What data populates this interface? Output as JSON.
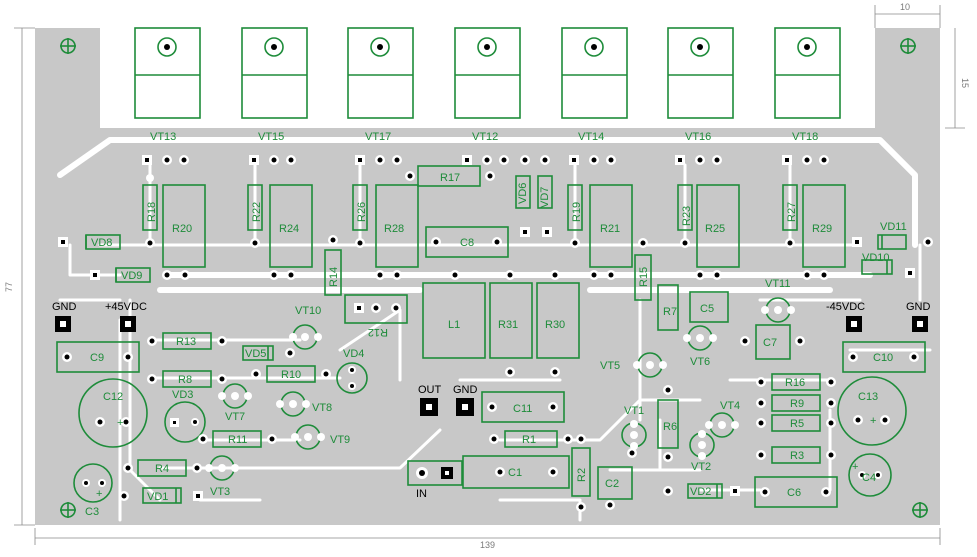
{
  "dimensions": {
    "width_label": "139",
    "height_label": "77",
    "tab_width_label": "10",
    "tab_height_label": "15"
  },
  "heatsink_transistors": [
    "VT13",
    "VT15",
    "VT17",
    "VT12",
    "VT14",
    "VT16",
    "VT18"
  ],
  "components": {
    "R20": "R20",
    "R24": "R24",
    "R28": "R28",
    "R21": "R21",
    "R25": "R25",
    "R29": "R29",
    "R18": "R18",
    "R22": "R22",
    "R26": "R26",
    "R19": "R19",
    "R23": "R23",
    "R27": "R27",
    "R17": "R17",
    "VD6": "VD6",
    "VD7": "VD7",
    "C8": "C8",
    "VD8": "VD8",
    "VD9": "VD9",
    "R14": "R14",
    "R15": "R15",
    "R12": "R12",
    "L1": "L1",
    "R31": "R31",
    "R30": "R30",
    "R7": "R7",
    "C5": "C5",
    "VT11": "VT11",
    "VD11": "VD11",
    "VD10": "VD10",
    "GND_L": "GND",
    "V45P": "+45VDC",
    "V45N": "-45VDC",
    "GND_R": "GND",
    "VT10": "VT10",
    "C9": "C9",
    "R13": "R13",
    "VD5": "VD5",
    "VD4": "VD4",
    "R8": "R8",
    "R10": "R10",
    "VT5": "VT5",
    "VT6": "VT6",
    "C7": "C7",
    "C10": "C10",
    "C12": "C12",
    "VD3": "VD3",
    "VT7": "VT7",
    "VT8": "VT8",
    "OUT": "OUT",
    "GND_M": "GND",
    "C11": "C11",
    "R16": "R16",
    "C13": "C13",
    "R9": "R9",
    "R11": "R11",
    "VT9": "VT9",
    "R1": "R1",
    "VT1": "VT1",
    "R6": "R6",
    "VT4": "VT4",
    "R5": "R5",
    "R4": "R4",
    "VT3": "VT3",
    "C1": "C1",
    "R2": "R2",
    "VT2": "VT2",
    "R3": "R3",
    "C4": "C4",
    "IN": "IN",
    "C2": "C2",
    "C3": "C3",
    "VD1": "VD1",
    "VD2": "VD2",
    "C6": "C6"
  },
  "colors": {
    "board": "#c8c8c8",
    "silkscreen": "#1e8c3a",
    "copper": "#ffffff",
    "drill": "#000000"
  }
}
